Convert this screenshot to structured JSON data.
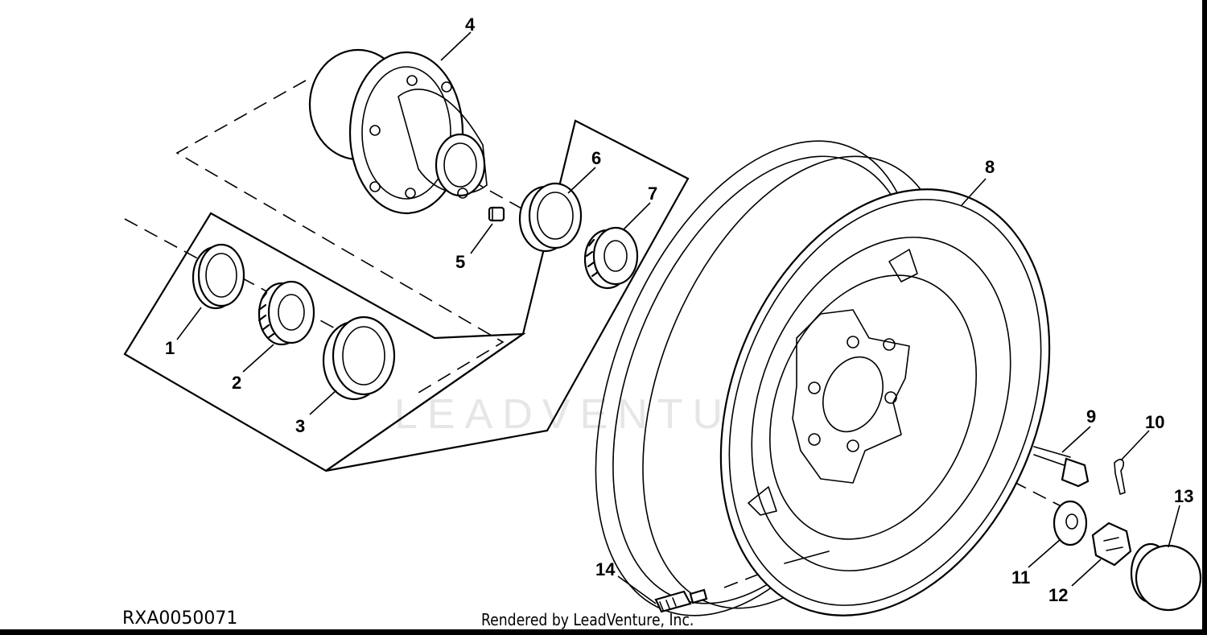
{
  "diagram": {
    "drawing_id": "RXA0050071",
    "render_credit": "Rendered by LeadVenture, Inc.",
    "watermark": "LEADVENTURE",
    "callouts": [
      {
        "id": "callout-1",
        "label": "1"
      },
      {
        "id": "callout-2",
        "label": "2"
      },
      {
        "id": "callout-3",
        "label": "3"
      },
      {
        "id": "callout-4",
        "label": "4"
      },
      {
        "id": "callout-5",
        "label": "5"
      },
      {
        "id": "callout-6",
        "label": "6"
      },
      {
        "id": "callout-7",
        "label": "7"
      },
      {
        "id": "callout-8",
        "label": "8"
      },
      {
        "id": "callout-9",
        "label": "9"
      },
      {
        "id": "callout-10",
        "label": "10"
      },
      {
        "id": "callout-11",
        "label": "11"
      },
      {
        "id": "callout-12",
        "label": "12"
      },
      {
        "id": "callout-13",
        "label": "13"
      },
      {
        "id": "callout-14",
        "label": "14"
      }
    ]
  }
}
